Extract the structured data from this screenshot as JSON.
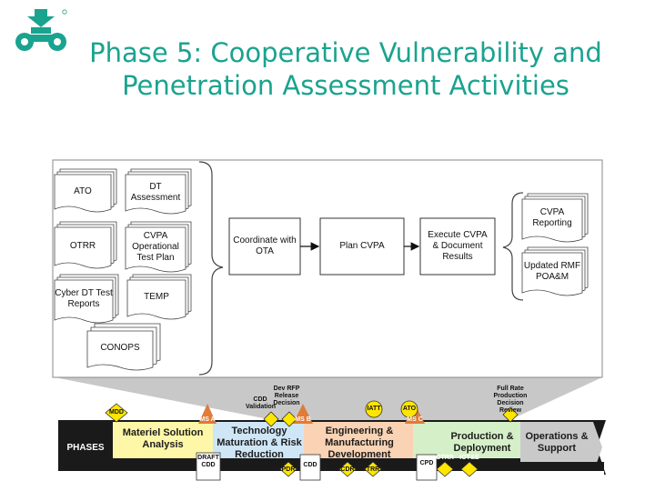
{
  "slide": {
    "title_line1": "Phase 5:  Cooperative Vulnerability and",
    "title_line2": "Penetration Assessment Activities"
  },
  "colors": {
    "title": "#1aa38f",
    "logo": "#1aa38f"
  },
  "inputs": {
    "ato": "ATO",
    "dt_assessment": "DT Assessment",
    "otrr": "OTRR",
    "cvpa_plan": "CVPA Operational Test Plan",
    "cyber_dt": "Cyber DT Test Reports",
    "temp": "TEMP",
    "conops": "CONOPS"
  },
  "process": {
    "coordinate": "Coordinate with OTA",
    "plan": "Plan CVPA",
    "execute": "Execute CVPA & Document Results"
  },
  "outputs": {
    "reporting": "CVPA Reporting",
    "rmf": "Updated RMF POA&M"
  },
  "timeline": {
    "phases_label": "PHASES",
    "mdd": "MDD",
    "ms_a": "MS A",
    "ms_b": "MS B",
    "ms_c": "MS C",
    "materiel": "Materiel Solution Analysis",
    "tmrr": "Technology Maturation & Risk Reduction",
    "emd": "Engineering & Manufacturing Development",
    "pd": "Production & Deployment",
    "os": "Operations & Support",
    "cdd_validation": "CDD Validation",
    "dev_rfp": "Dev RFP Release Decision",
    "iatt": "IATT",
    "ato": "ATO",
    "full_rate": "Full Rate Production Decision Review",
    "draft_cdd": "DRAFT CDD",
    "pdr": "PDR",
    "cdd": "CDD",
    "cdr": "CDR",
    "trr": "TRR",
    "cpd": "CPD",
    "otrr": "OTRR",
    "iote": "IOT&E"
  }
}
